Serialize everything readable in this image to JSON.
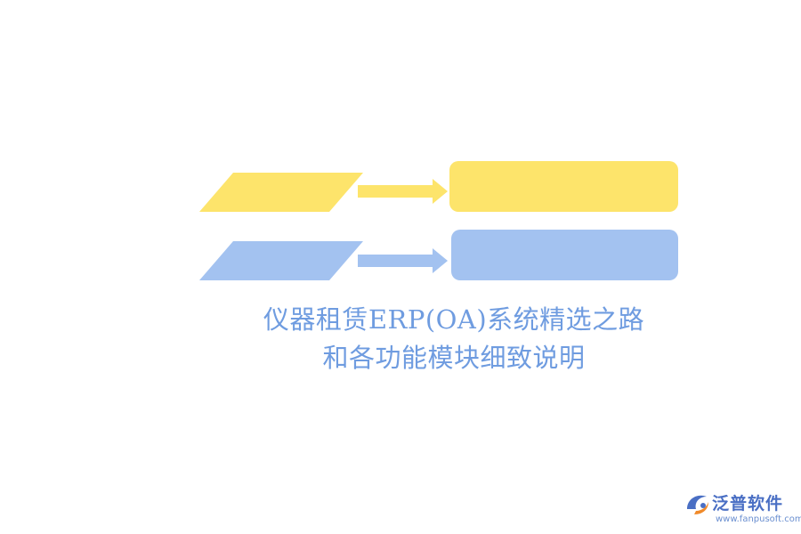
{
  "diagram": {
    "rows": [
      {
        "color": "#fde46b",
        "name": "yellow"
      },
      {
        "color": "#a3c2f0",
        "name": "blue"
      }
    ]
  },
  "title": {
    "line1": "仪器租赁ERP(OA)系统精选之路",
    "line2": "和各功能模块细致说明"
  },
  "brand": {
    "name": "泛普软件",
    "url": "www.fanpusoft.com",
    "logo_icon": "fanpu-logo-icon",
    "logo_colors": [
      "#4a6fc4",
      "#f08a2a"
    ]
  }
}
